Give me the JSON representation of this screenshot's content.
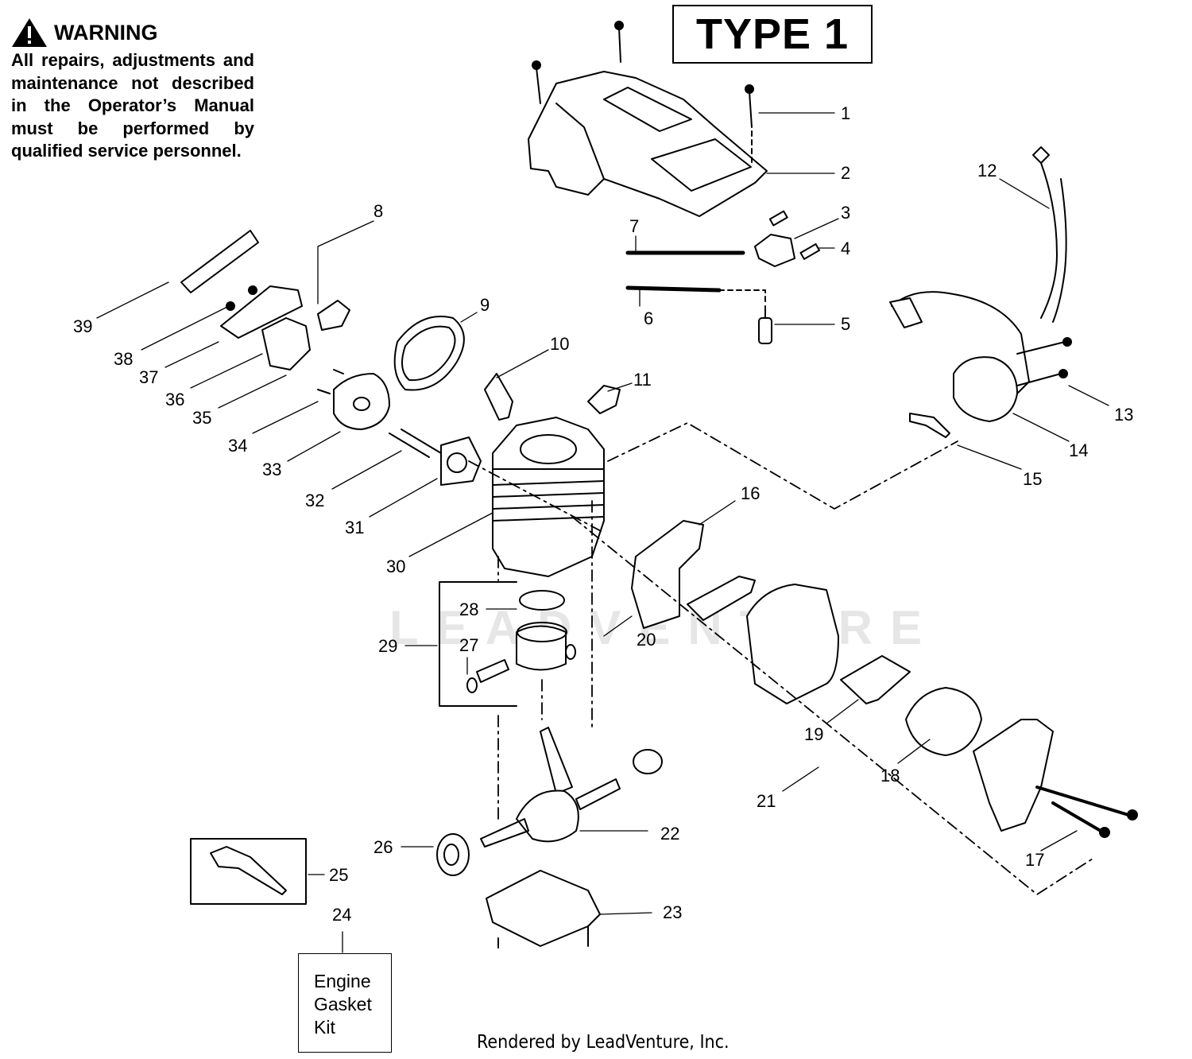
{
  "warning": {
    "heading": "WARNING",
    "body": "All repairs, adjustments and maintenance not described in the Operator’s Manual must be performed by qualified service personnel."
  },
  "type_label": "TYPE 1",
  "kit_label": [
    "Engine",
    "Gasket",
    "Kit"
  ],
  "footer": "Rendered by LeadVenture, Inc.",
  "watermark": "LEADVENTURE",
  "callouts": [
    "1",
    "2",
    "3",
    "4",
    "5",
    "6",
    "7",
    "8",
    "9",
    "10",
    "11",
    "12",
    "13",
    "14",
    "15",
    "16",
    "17",
    "18",
    "19",
    "20",
    "21",
    "22",
    "23",
    "24",
    "25",
    "26",
    "27",
    "28",
    "29",
    "30",
    "31",
    "32",
    "33",
    "34",
    "35",
    "36",
    "37",
    "38",
    "39"
  ]
}
